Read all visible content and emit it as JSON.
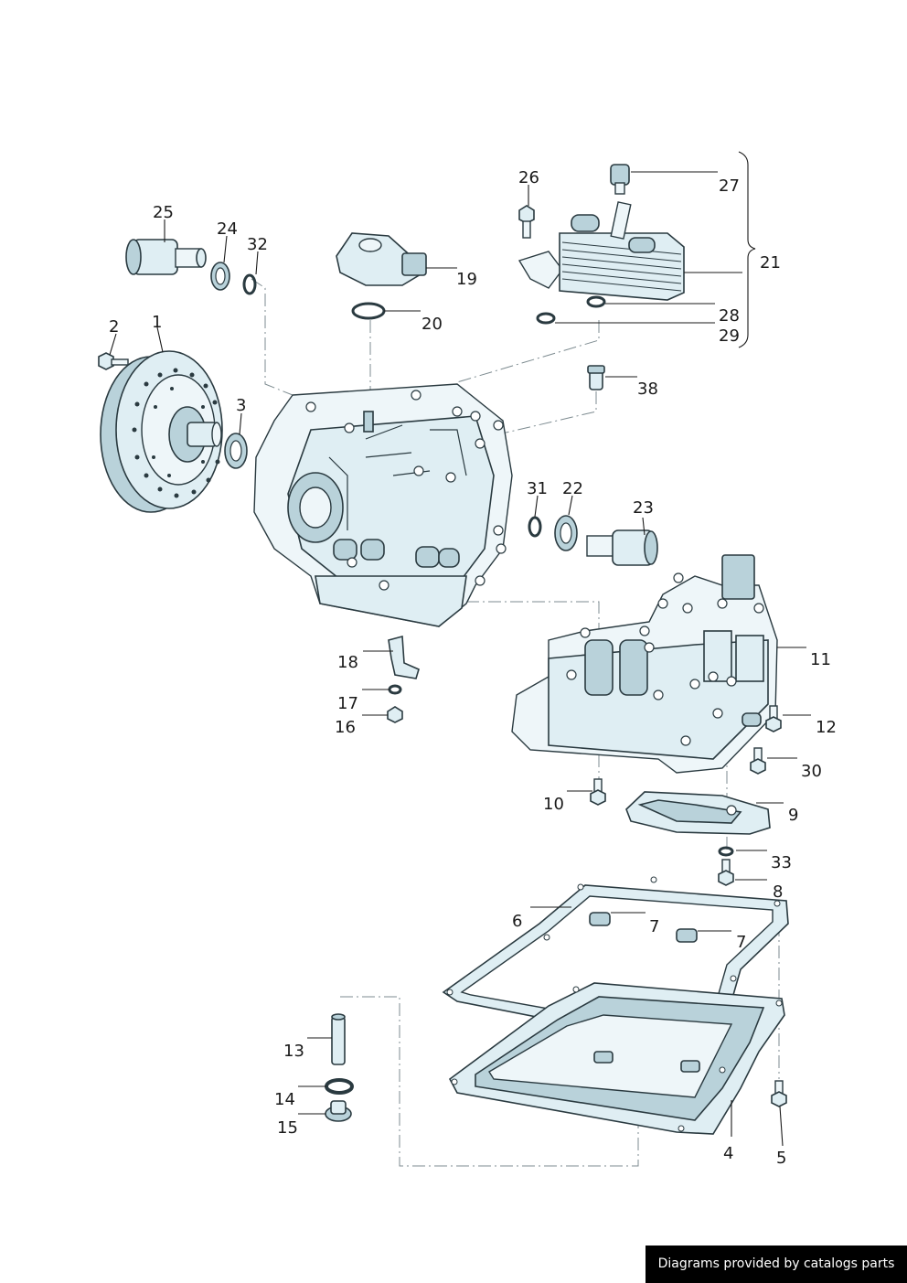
{
  "callouts": {
    "c1": "1",
    "c2": "2",
    "c3": "3",
    "c4": "4",
    "c5": "5",
    "c6": "6",
    "c7a": "7",
    "c7b": "7",
    "c8": "8",
    "c9": "9",
    "c10": "10",
    "c11": "11",
    "c12": "12",
    "c13": "13",
    "c14": "14",
    "c15": "15",
    "c16": "16",
    "c17": "17",
    "c18": "18",
    "c19": "19",
    "c20": "20",
    "c21": "21",
    "c22": "22",
    "c23": "23",
    "c24": "24",
    "c25": "25",
    "c26": "26",
    "c27": "27",
    "c28": "28",
    "c29": "29",
    "c30": "30",
    "c31": "31",
    "c32": "32",
    "c33": "33",
    "c38": "38"
  },
  "footer": {
    "credit": "Diagrams provided by catalogs parts"
  },
  "colors": {
    "part_fill": "#dfeef3",
    "part_shade": "#b9d2da",
    "outline": "#2a3a40",
    "credit_bg": "#000000"
  }
}
